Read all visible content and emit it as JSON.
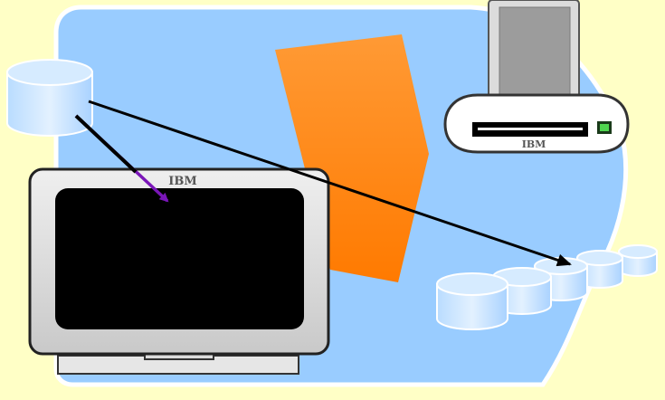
{
  "diagram": {
    "monitor": {
      "brand": "IBM",
      "icon": "crt-monitor-icon"
    },
    "printer": {
      "brand": "IBM",
      "icon": "printer-icon"
    },
    "source_disk": {
      "icon": "database-cylinder-icon"
    },
    "storage_array": {
      "icon": "disk-stack-icon",
      "count": 5
    },
    "processor": {
      "icon": "orange-pentagon-shape"
    },
    "flows": [
      {
        "from": "source_disk",
        "to": "monitor",
        "color": "#7a16b8"
      },
      {
        "from": "source_disk",
        "to": "storage_array",
        "color": "#000000"
      }
    ],
    "colors": {
      "background": "#ffffc6",
      "panel": "#99ccff",
      "panel_border": "#ffffff",
      "cylinder_fill": "#cce6ff",
      "orange": "#ff8800",
      "arrow_purple": "#7a16b8"
    }
  }
}
